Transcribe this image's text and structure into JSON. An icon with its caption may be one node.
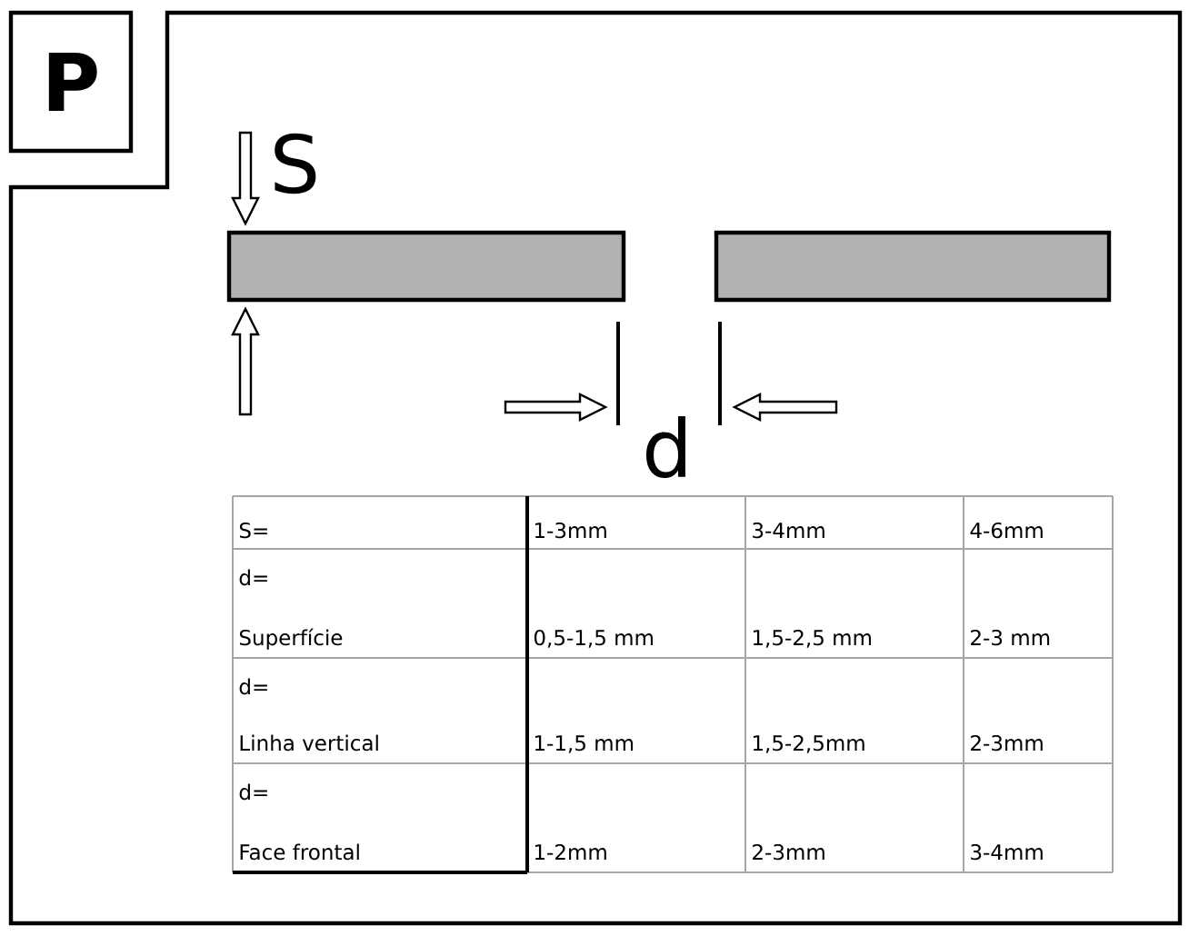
{
  "diagram": {
    "nodes": [
      {
        "text": [
          "P"
        ]
      },
      {
        "text": [],
        "shape": "bar"
      },
      {
        "text": [],
        "shape": "bar"
      }
    ],
    "labels": [
      "S",
      "d",
      "S=",
      "1-3mm",
      "3-4mm",
      "4-6mm",
      "d=",
      "Superfície",
      "0,5-1,5 mm",
      "1,5-2,5 mm",
      "2-3 mm",
      "d=",
      "Linha vertical",
      "1-1,5 mm",
      "1,5-2,5mm",
      "2-3mm",
      "d=",
      "Face frontal",
      "1-2mm",
      "2-3mm",
      "3-4mm"
    ]
  }
}
